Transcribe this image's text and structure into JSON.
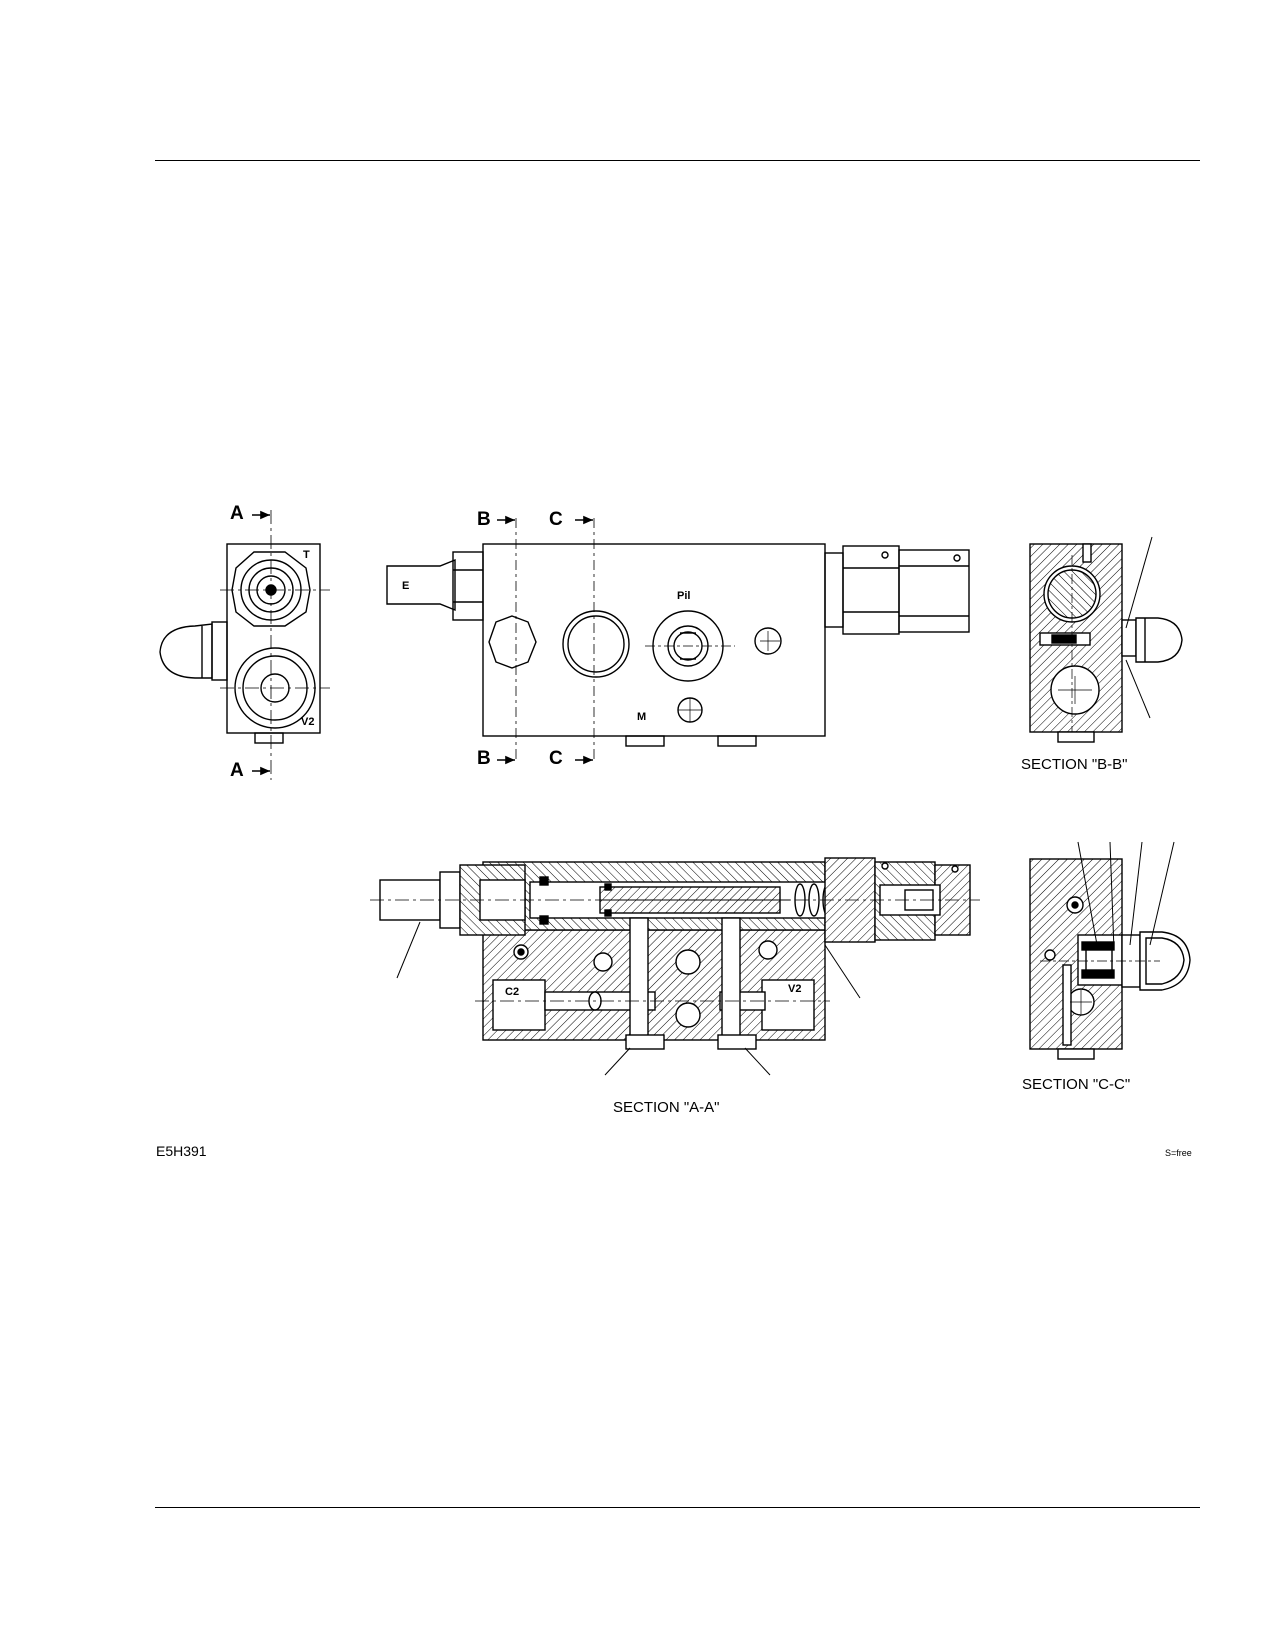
{
  "drawing": {
    "section_labels": {
      "a": "A",
      "b": "B",
      "c": "C"
    },
    "port_labels": {
      "t": "T",
      "v2": "V2",
      "e": "E",
      "pil": "Pil",
      "m": "M",
      "c2": "C2"
    },
    "captions": {
      "section_bb": "SECTION \"B-B\"",
      "section_aa": "SECTION \"A-A\"",
      "section_cc": "SECTION \"C-C\""
    },
    "figure_code": "E5H391",
    "scale_note": "S=free"
  }
}
